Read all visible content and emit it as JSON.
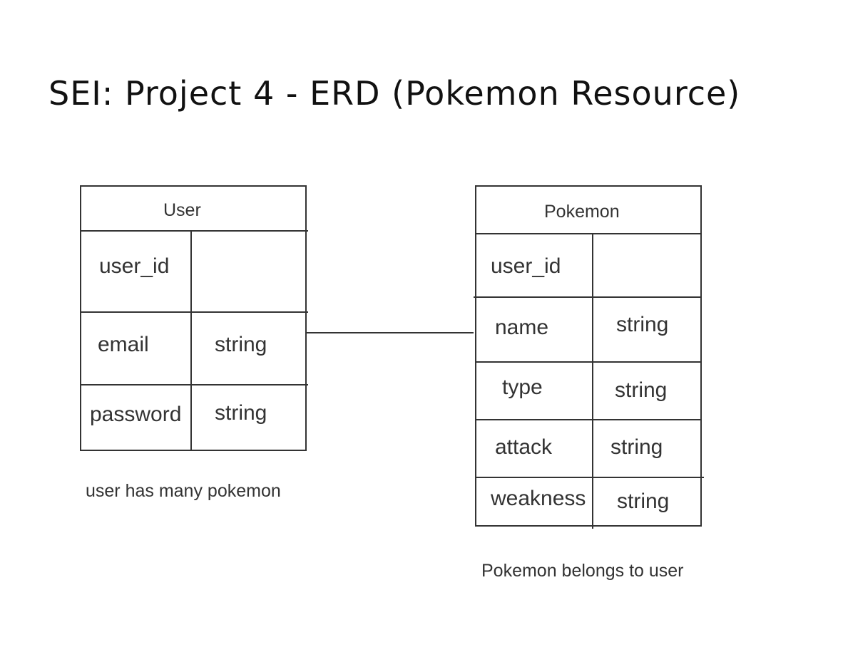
{
  "title": "SEI: Project 4 - ERD (Pokemon Resource)",
  "entities": {
    "user": {
      "name": "User",
      "rows": [
        {
          "field": "user_id",
          "type": ""
        },
        {
          "field": "email",
          "type": "string"
        },
        {
          "field": "password",
          "type": "string"
        }
      ],
      "note": "user has many pokemon"
    },
    "pokemon": {
      "name": "Pokemon",
      "rows": [
        {
          "field": "user_id",
          "type": ""
        },
        {
          "field": "name",
          "type": "string"
        },
        {
          "field": "type",
          "type": "string"
        },
        {
          "field": "attack",
          "type": "string"
        },
        {
          "field": "weakness",
          "type": "string"
        }
      ],
      "note": "Pokemon belongs to user"
    }
  },
  "relationship": {
    "from": "User",
    "to": "Pokemon",
    "cardinality": "one-to-many"
  },
  "colors": {
    "line": "#333333",
    "text": "#333333",
    "title": "#111111",
    "background": "#ffffff"
  }
}
